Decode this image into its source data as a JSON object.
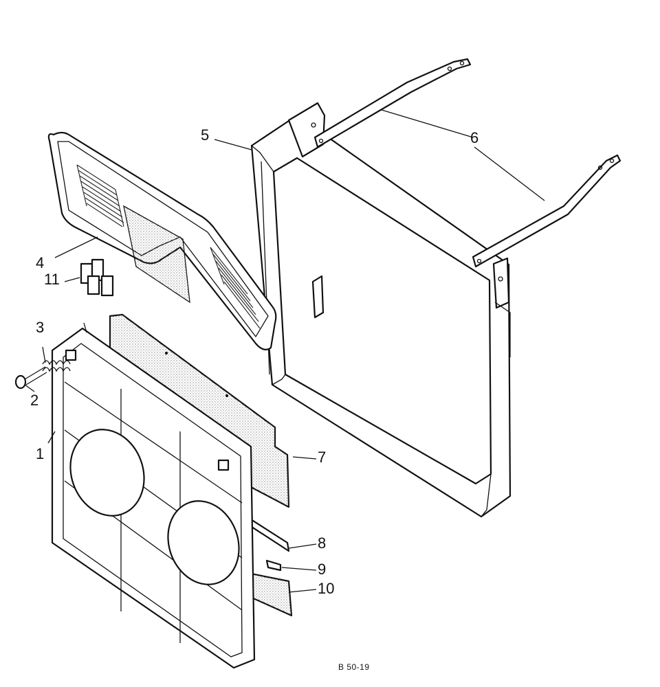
{
  "figure": {
    "code": "B 50-19",
    "callouts": [
      {
        "id": "c1",
        "text": "1"
      },
      {
        "id": "c2",
        "text": "2"
      },
      {
        "id": "c3",
        "text": "3"
      },
      {
        "id": "c4",
        "text": "4"
      },
      {
        "id": "c5",
        "text": "5"
      },
      {
        "id": "c6",
        "text": "6"
      },
      {
        "id": "c7",
        "text": "7"
      },
      {
        "id": "c8",
        "text": "8"
      },
      {
        "id": "c9",
        "text": "9"
      },
      {
        "id": "c10",
        "text": "10"
      },
      {
        "id": "c11",
        "text": "11"
      }
    ]
  }
}
